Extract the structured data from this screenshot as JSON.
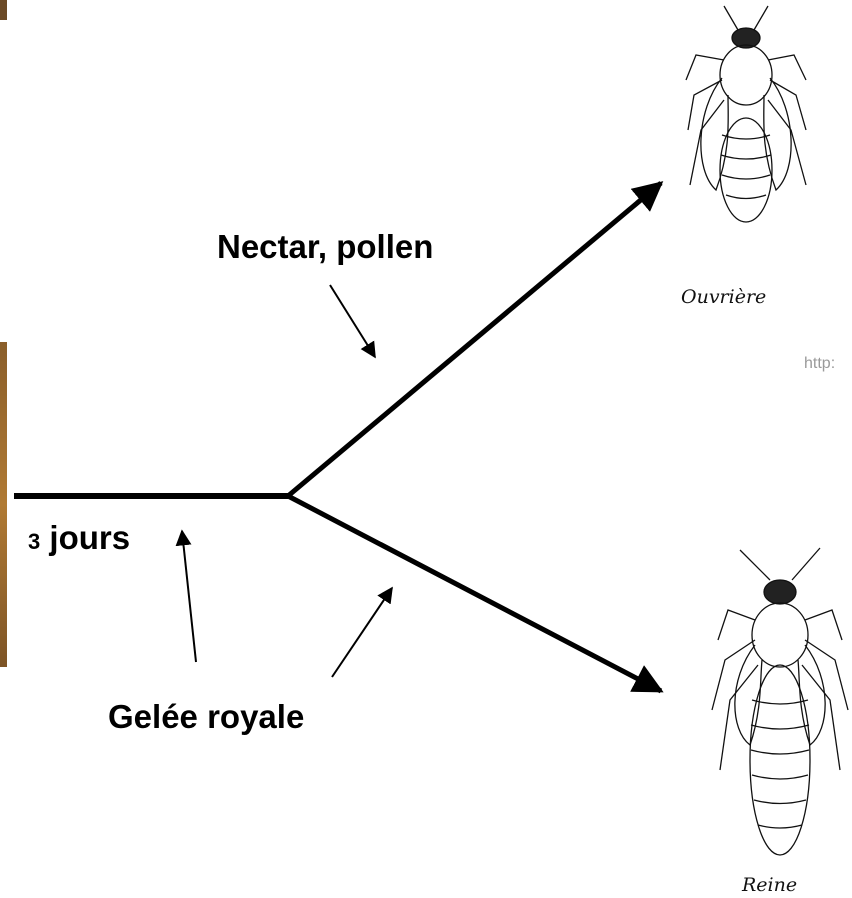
{
  "labels": {
    "nectar_pollen": "Nectar, pollen",
    "days_number": "3",
    "days_word": " jours",
    "royal_jelly": "Gelée royale"
  },
  "images": {
    "worker_caption": "Ouvrière",
    "queen_caption": "Reine"
  },
  "watermark": "http:",
  "colors": {
    "line": "#000000",
    "edge_strip": "#a06f30",
    "url_text": "#9a9a9a"
  }
}
